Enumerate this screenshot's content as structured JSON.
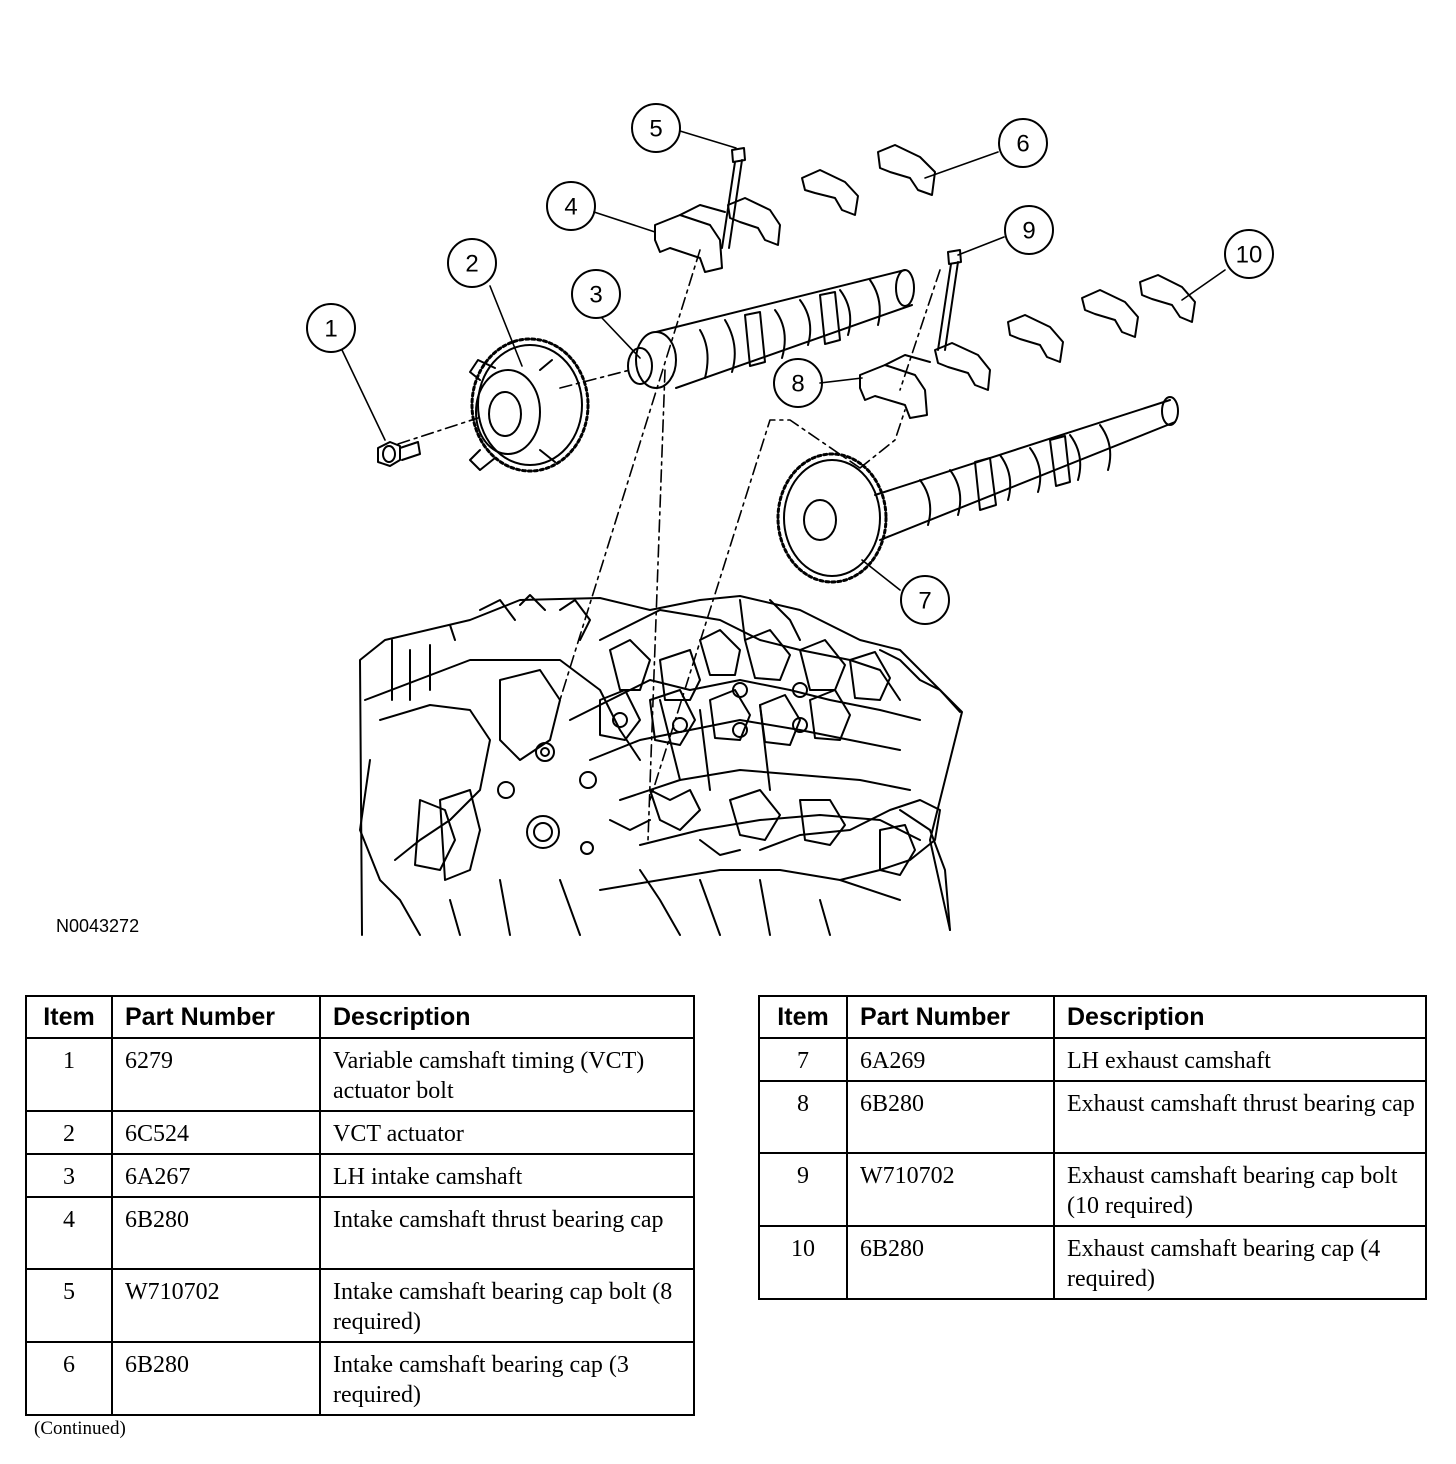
{
  "figure_id": "N0043272",
  "callouts": [
    "1",
    "2",
    "3",
    "4",
    "5",
    "6",
    "7",
    "8",
    "9",
    "10"
  ],
  "tables": [
    {
      "headers": {
        "item": "Item",
        "part_number": "Part Number",
        "description": "Description"
      },
      "rows": [
        {
          "item": "1",
          "part_number": "6279",
          "description": "Variable camshaft timing (VCT) actuator bolt"
        },
        {
          "item": "2",
          "part_number": "6C524",
          "description": "VCT actuator"
        },
        {
          "item": "3",
          "part_number": "6A267",
          "description": "LH intake camshaft"
        },
        {
          "item": "4",
          "part_number": "6B280",
          "description": "Intake camshaft thrust bearing cap"
        },
        {
          "item": "5",
          "part_number": "W710702",
          "description": "Intake camshaft bearing cap bolt (8 required)"
        },
        {
          "item": "6",
          "part_number": "6B280",
          "description": "Intake camshaft bearing cap (3 required)"
        }
      ]
    },
    {
      "headers": {
        "item": "Item",
        "part_number": "Part Number",
        "description": "Description"
      },
      "rows": [
        {
          "item": "7",
          "part_number": "6A269",
          "description": "LH exhaust camshaft"
        },
        {
          "item": "8",
          "part_number": "6B280",
          "description": "Exhaust camshaft thrust bearing cap"
        },
        {
          "item": "9",
          "part_number": "W710702",
          "description": "Exhaust camshaft bearing cap bolt (10 required)"
        },
        {
          "item": "10",
          "part_number": "6B280",
          "description": "Exhaust camshaft bearing cap (4 required)"
        }
      ]
    }
  ],
  "footer_note": "(Continued)"
}
